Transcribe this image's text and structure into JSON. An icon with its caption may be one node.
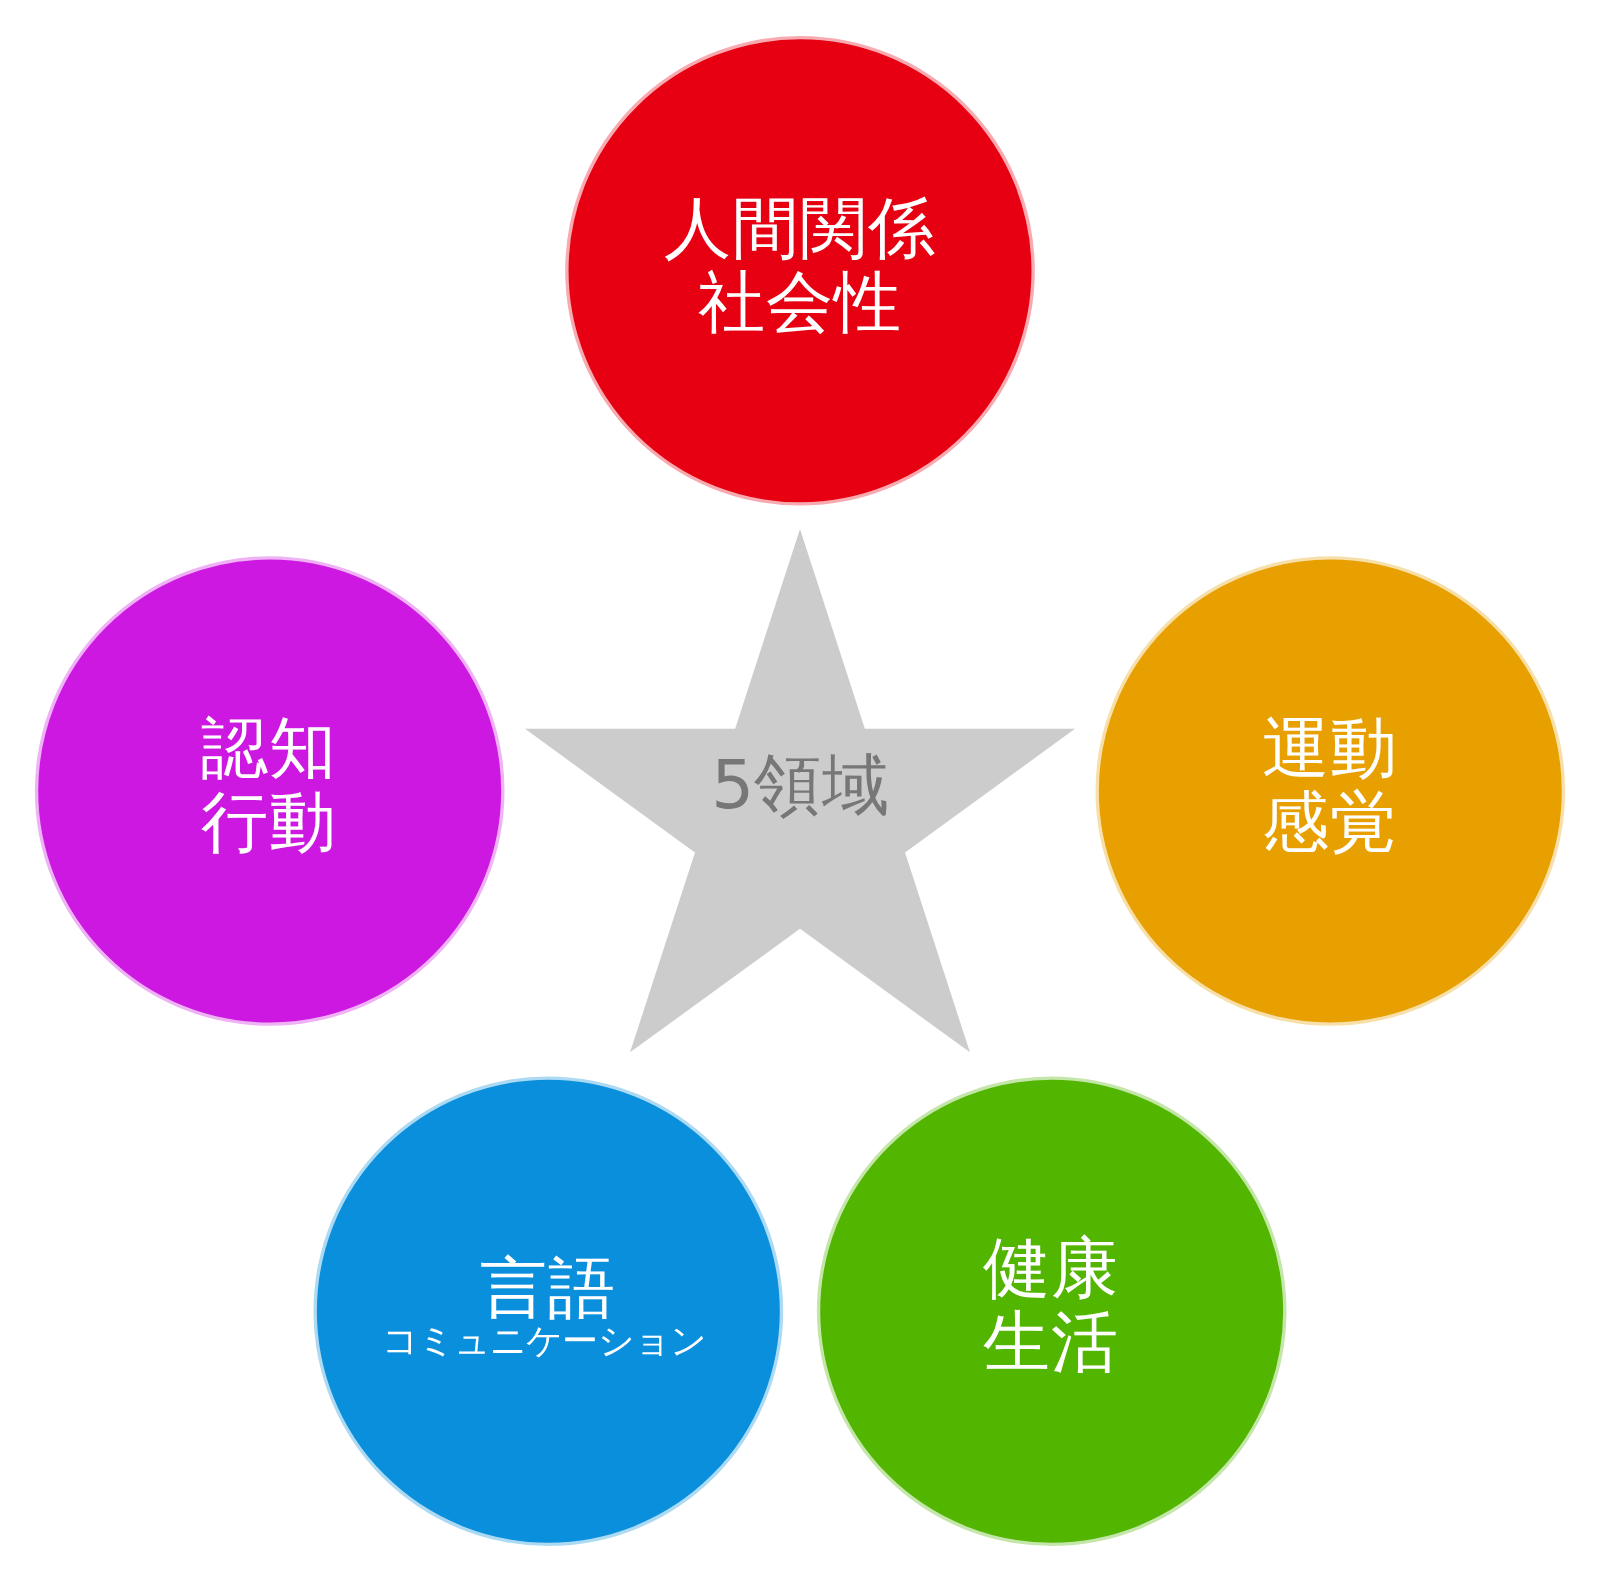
{
  "diagram": {
    "nodes": [
      {
        "text": [
          "人間関係",
          "社会性"
        ]
      },
      {
        "text": [
          "認知",
          "行動"
        ]
      },
      {
        "text": [
          "5領域"
        ]
      },
      {
        "text": [
          "運動",
          "感覚"
        ]
      },
      {
        "text": [
          "言語",
          "コミュニケーション"
        ]
      },
      {
        "text": [
          "健康",
          "生活"
        ]
      }
    ],
    "edges": []
  }
}
